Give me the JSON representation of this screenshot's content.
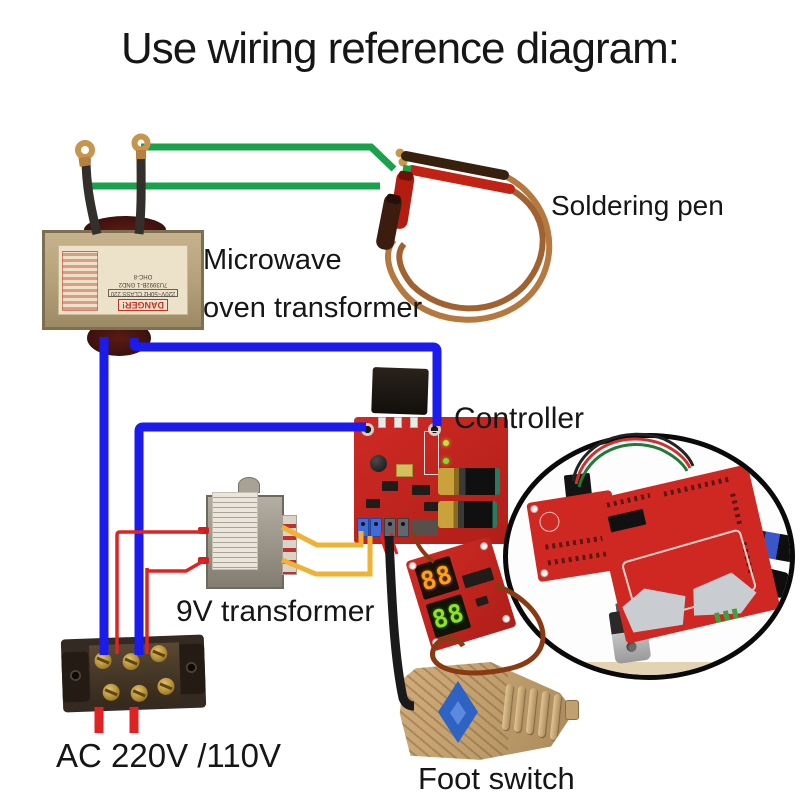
{
  "title": "Use wiring reference diagram:",
  "labels": {
    "microwave_line1": "Microwave",
    "microwave_line2": "oven transformer",
    "soldering_pen": "Soldering pen",
    "controller": "Controller",
    "transformer_9v": "9V transformer",
    "ac_input": "AC 220V /110V",
    "foot_switch": "Foot switch"
  },
  "mot_label": {
    "model_line": "OHC-8",
    "part_line": "7U3992B-1  GND2",
    "spec_line": "220V~50Hz CLASS 220",
    "danger": "DANGER!"
  },
  "display": {
    "top_value": "88",
    "bottom_value": "88",
    "top_color": "#ff9f1a",
    "bottom_color": "#8ee22a"
  },
  "colors": {
    "green_wire": "#1aa14b",
    "blue_wire": "#1b1bf0",
    "red_wire": "#e02222",
    "yellow_wire": "#f0b235",
    "black_cable": "#1a1a1a",
    "copper_cable": "#b5793f",
    "brown_wire": "#8a3a12",
    "pcb_red": "#c22420",
    "pedal_tan": "#c9a876",
    "diamond_blue": "#2e63c4"
  }
}
